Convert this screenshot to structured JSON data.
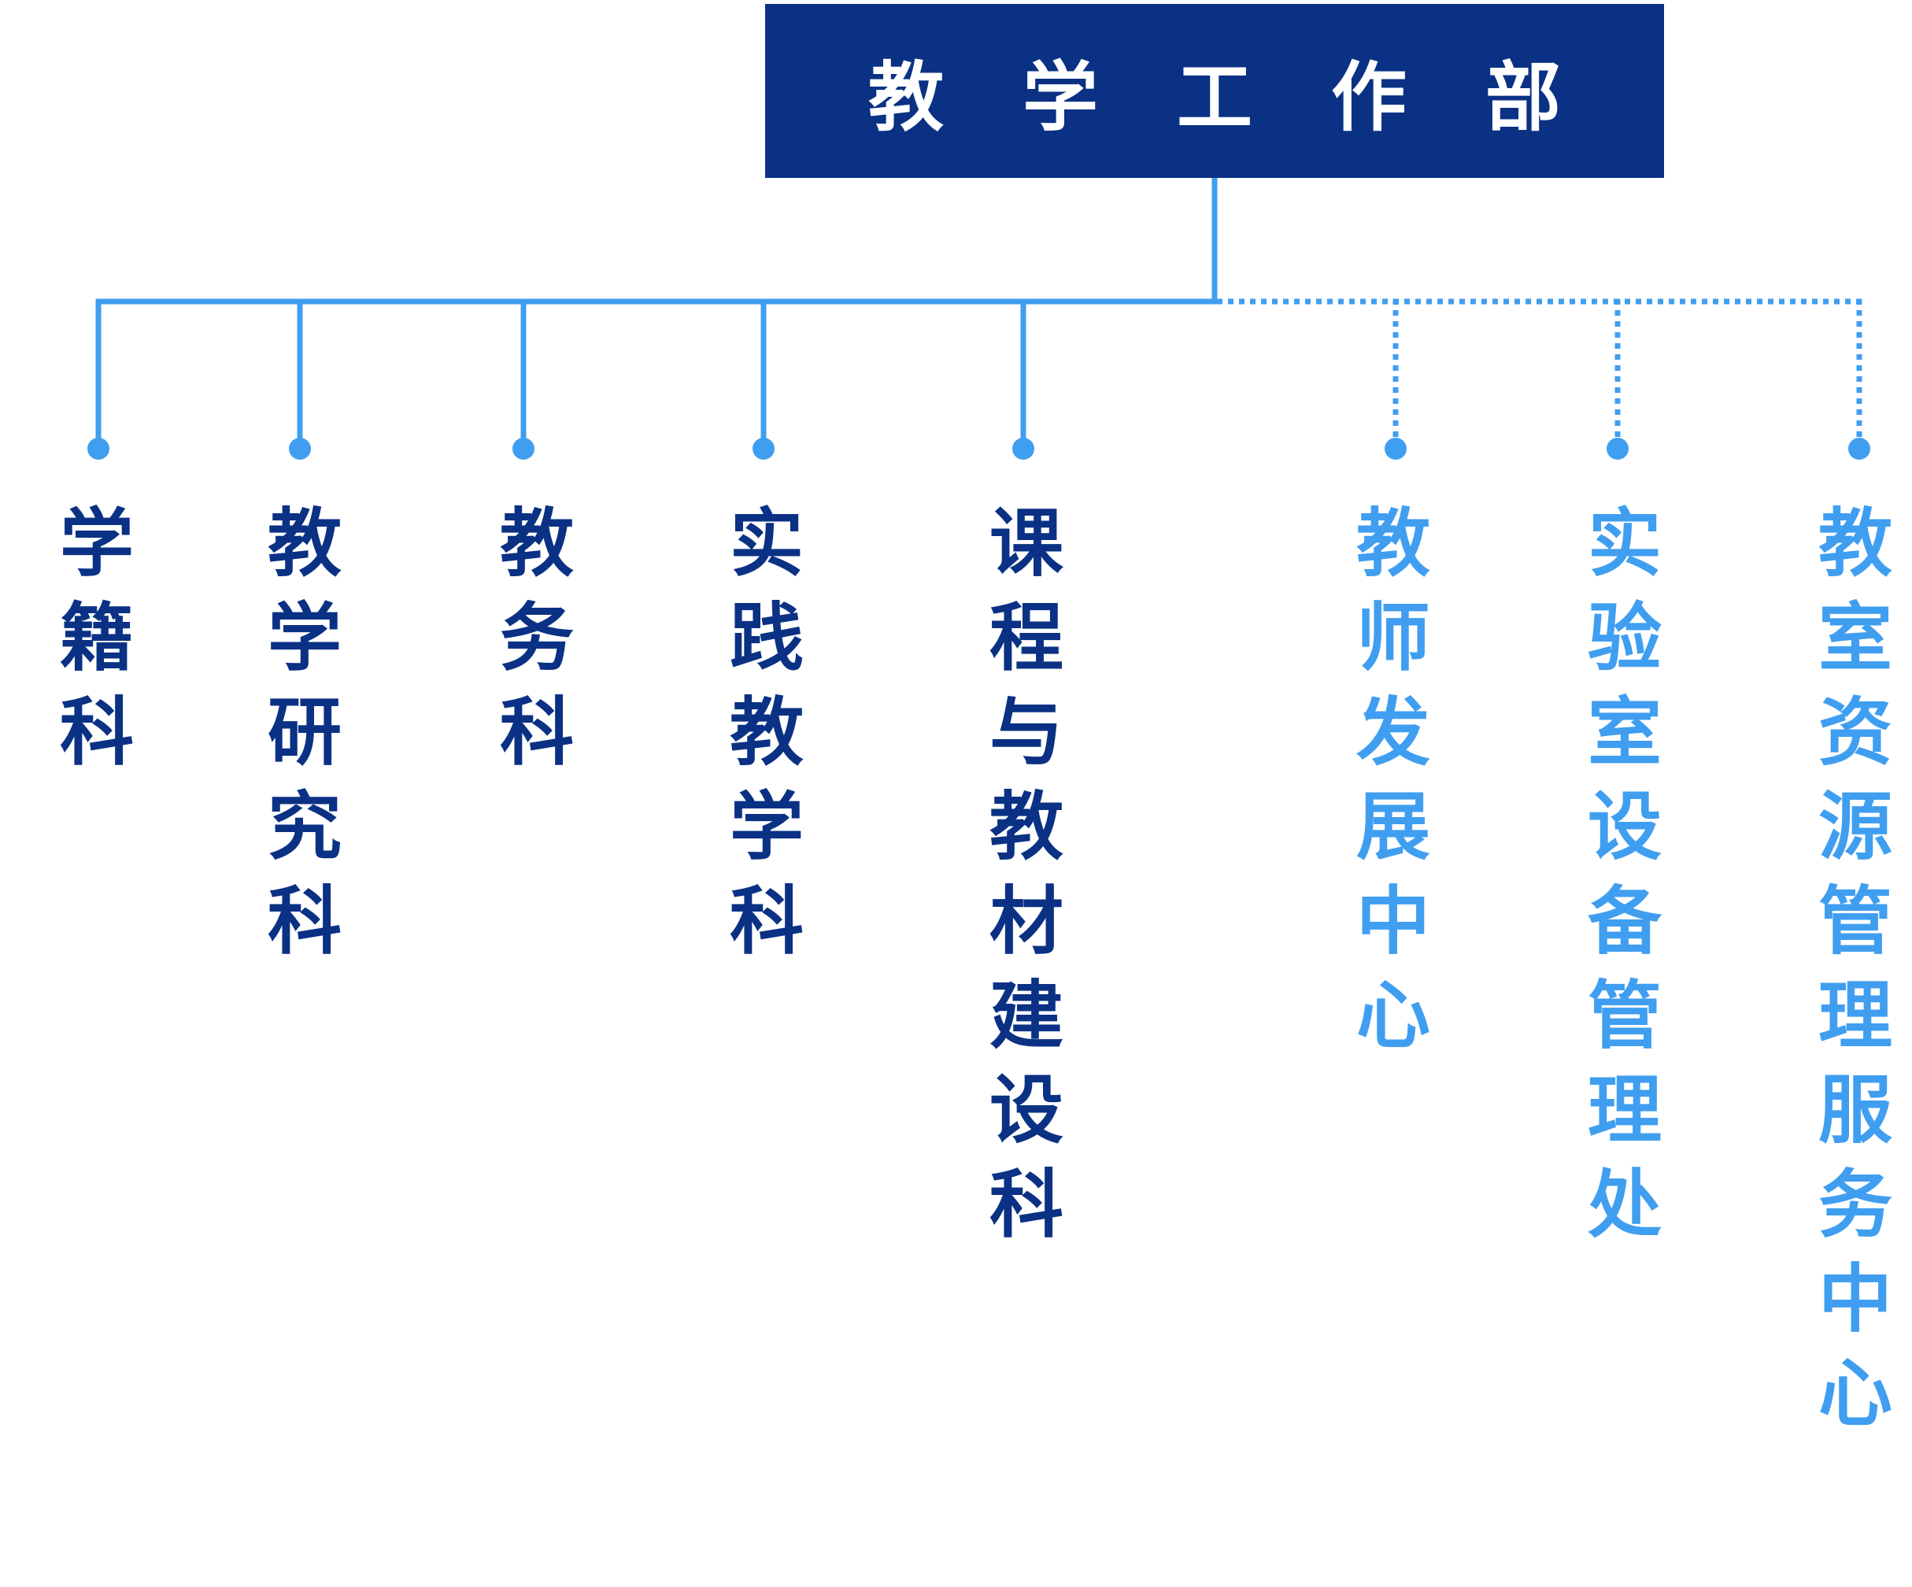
{
  "root": {
    "title": "教学工作部"
  },
  "colors": {
    "primary": "#0a3184",
    "secondary": "#409ef0"
  },
  "children": [
    {
      "label": "学籍科",
      "link": "solid"
    },
    {
      "label": "教学研究科",
      "link": "solid"
    },
    {
      "label": "教务科",
      "link": "solid"
    },
    {
      "label": "实践教学科",
      "link": "solid"
    },
    {
      "label": "课程与教材建设科",
      "link": "solid"
    },
    {
      "label": "教师发展中心",
      "link": "dotted"
    },
    {
      "label": "实验室设备管理处",
      "link": "dotted"
    },
    {
      "label": "教室资源管理服务中心",
      "link": "dotted"
    }
  ]
}
